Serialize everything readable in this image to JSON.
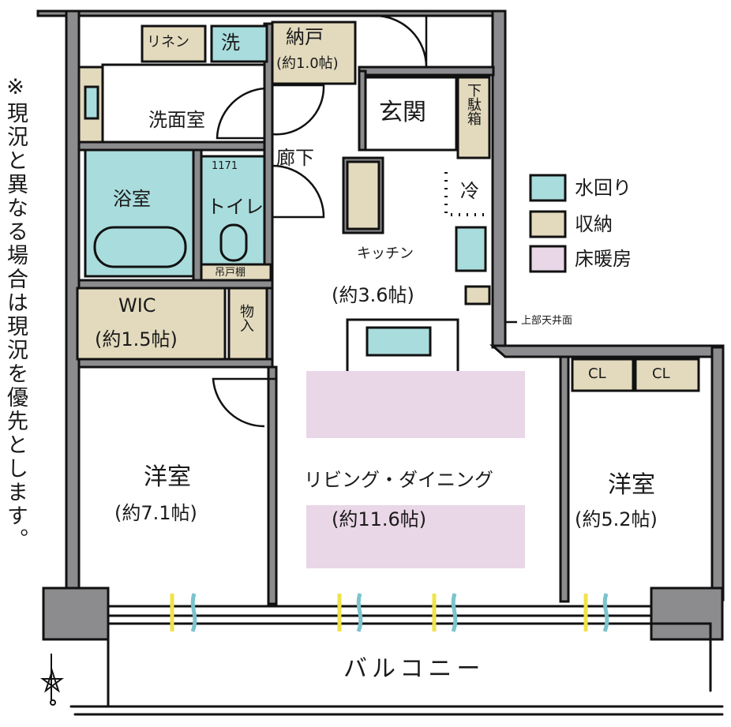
{
  "colors": {
    "water": "#a9dcdd",
    "storage": "#e3dabe",
    "floor_heating": "#e9d6e6",
    "wall": "#8c8c8e",
    "yellow": "#f0e34a"
  },
  "note": "※現況と異なる場合は現況を優先とします。",
  "rooms": {
    "linen": "リネン",
    "washer": "洗",
    "closet_label": "納戸",
    "closet_size": "(約1.0帖)",
    "washroom": "洗面室",
    "entrance": "玄関",
    "shoe_box": "下駄箱",
    "hallway": "廊下",
    "bath": "浴室",
    "toilet": "トイレ",
    "toilet_shelf_top": "1171",
    "toilet_shelf": "吊戸棚",
    "fridge": "冷",
    "kitchen": "キッチン",
    "kitchen_size": "(約3.6帖)",
    "wic": "WIC",
    "wic_size": "(約1.5帖)",
    "storage": "物入",
    "western_left": "洋室",
    "western_left_size": "(約7.1帖)",
    "ldk": "リビング・ダイニング",
    "ldk_size": "(約11.6帖)",
    "cl1": "CL",
    "cl2": "CL",
    "western_right": "洋室",
    "western_right_size": "(約5.2帖)",
    "balcony": "バルコニー",
    "ceiling_note": "上部天井面"
  },
  "legend": [
    {
      "label": "水回り",
      "color": "#a9dcdd"
    },
    {
      "label": "収納",
      "color": "#e3dabe"
    },
    {
      "label": "床暖房",
      "color": "#e9d6e6"
    }
  ]
}
